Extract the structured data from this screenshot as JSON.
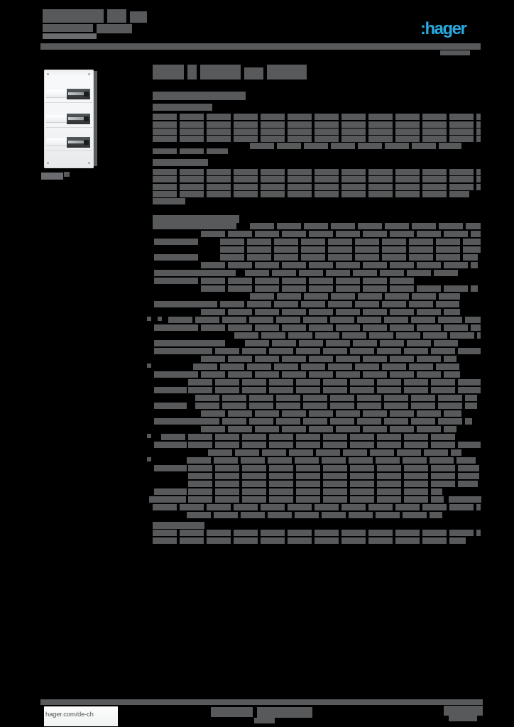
{
  "colors": {
    "background": "#000000",
    "redacted_bar": "#58595b",
    "redacted_bar_light": "#6b6c6f",
    "logo_blue": "#29a9e0",
    "image_box_white": "#f5f6f7"
  },
  "header": {
    "logo": {
      "text": ":hager"
    },
    "bars": [
      [
        60,
        13,
        86,
        19,
        "s"
      ],
      [
        151,
        13,
        27,
        19,
        "s"
      ],
      [
        183,
        16,
        24,
        16,
        "s"
      ],
      [
        60,
        34,
        71,
        11,
        "s"
      ],
      [
        136,
        34,
        50,
        13,
        "s"
      ],
      [
        60,
        47,
        76,
        8,
        "l"
      ],
      [
        57,
        61,
        620,
        9,
        "s"
      ],
      [
        620,
        71,
        42,
        7,
        "s"
      ]
    ]
  },
  "product": {
    "caption_bars": [
      [
        58,
        243,
        31,
        10,
        "l"
      ],
      [
        90,
        242,
        8,
        7,
        "s"
      ]
    ]
  },
  "body": {
    "title_bars": [
      [
        215,
        91,
        44,
        21,
        "s"
      ],
      [
        264,
        91,
        13,
        21,
        "s"
      ],
      [
        282,
        91,
        57,
        21,
        "s"
      ],
      [
        344,
        95,
        27,
        17,
        "s"
      ],
      [
        376,
        91,
        56,
        21,
        "s"
      ],
      [
        215,
        129,
        131,
        12,
        "s"
      ]
    ],
    "text_bars": [
      [
        215,
        146,
        84,
        10,
        "s"
      ],
      [
        215,
        160,
        462,
        9,
        "t"
      ],
      [
        215,
        171,
        462,
        9,
        "t"
      ],
      [
        215,
        181,
        462,
        9,
        "t"
      ],
      [
        215,
        191,
        462,
        9,
        "t"
      ],
      [
        352,
        201,
        298,
        9,
        "t"
      ],
      [
        215,
        209,
        106,
        8,
        "t"
      ],
      [
        215,
        224,
        78,
        10,
        "s"
      ],
      [
        215,
        238,
        462,
        9,
        "t"
      ],
      [
        215,
        248,
        462,
        9,
        "t"
      ],
      [
        215,
        259,
        462,
        9,
        "t"
      ],
      [
        215,
        269,
        446,
        9,
        "t"
      ],
      [
        215,
        279,
        46,
        9,
        "s"
      ],
      [
        215,
        303,
        122,
        11,
        "s"
      ],
      [
        215,
        314,
        118,
        9,
        "s"
      ],
      [
        352,
        314,
        325,
        9,
        "t"
      ],
      [
        283,
        325,
        394,
        9,
        "t"
      ],
      [
        217,
        336,
        62,
        9,
        "s"
      ],
      [
        310,
        336,
        367,
        9,
        "t"
      ],
      [
        310,
        347,
        367,
        9,
        "t"
      ],
      [
        217,
        358,
        62,
        9,
        "s"
      ],
      [
        310,
        358,
        363,
        9,
        "t"
      ],
      [
        283,
        369,
        390,
        9,
        "t"
      ],
      [
        217,
        380,
        115,
        9,
        "s"
      ],
      [
        345,
        380,
        300,
        9,
        "t"
      ],
      [
        217,
        391,
        62,
        9,
        "s"
      ],
      [
        283,
        391,
        300,
        9,
        "t"
      ],
      [
        283,
        402,
        390,
        9,
        "t"
      ],
      [
        352,
        413,
        296,
        9,
        "t"
      ],
      [
        217,
        424,
        62,
        9,
        "s"
      ],
      [
        272,
        424,
        375,
        9,
        "t"
      ],
      [
        283,
        435,
        365,
        9,
        "t"
      ],
      [
        207,
        446,
        6,
        6,
        "b"
      ],
      [
        222,
        446,
        6,
        6,
        "b"
      ],
      [
        237,
        446,
        440,
        9,
        "t"
      ],
      [
        217,
        457,
        62,
        9,
        "s"
      ],
      [
        283,
        457,
        394,
        9,
        "t"
      ],
      [
        330,
        468,
        347,
        9,
        "t"
      ],
      [
        217,
        479,
        100,
        9,
        "s"
      ],
      [
        345,
        479,
        300,
        9,
        "t"
      ],
      [
        217,
        490,
        62,
        9,
        "s"
      ],
      [
        265,
        490,
        412,
        9,
        "t"
      ],
      [
        283,
        501,
        360,
        9,
        "t"
      ],
      [
        207,
        512,
        6,
        6,
        "b"
      ],
      [
        272,
        512,
        375,
        9,
        "t"
      ],
      [
        217,
        523,
        62,
        9,
        "s"
      ],
      [
        283,
        523,
        365,
        9,
        "t"
      ],
      [
        265,
        534,
        412,
        9,
        "t"
      ],
      [
        217,
        545,
        46,
        9,
        "s"
      ],
      [
        265,
        545,
        412,
        9,
        "t"
      ],
      [
        275,
        556,
        397,
        9,
        "t"
      ],
      [
        217,
        567,
        46,
        9,
        "s"
      ],
      [
        275,
        567,
        397,
        9,
        "t"
      ],
      [
        283,
        578,
        367,
        9,
        "t"
      ],
      [
        217,
        589,
        62,
        9,
        "s"
      ],
      [
        275,
        589,
        390,
        9,
        "t"
      ],
      [
        283,
        600,
        360,
        9,
        "t"
      ],
      [
        207,
        611,
        6,
        6,
        "b"
      ],
      [
        227,
        611,
        416,
        9,
        "t"
      ],
      [
        217,
        622,
        46,
        9,
        "s"
      ],
      [
        265,
        622,
        412,
        9,
        "t"
      ],
      [
        293,
        633,
        357,
        9,
        "t"
      ],
      [
        207,
        644,
        6,
        6,
        "b"
      ],
      [
        263,
        644,
        407,
        9,
        "t"
      ],
      [
        217,
        655,
        46,
        9,
        "s"
      ],
      [
        265,
        655,
        410,
        9,
        "t"
      ],
      [
        265,
        666,
        410,
        9,
        "t"
      ],
      [
        265,
        677,
        408,
        9,
        "t"
      ],
      [
        217,
        688,
        46,
        9,
        "s"
      ],
      [
        265,
        688,
        358,
        9,
        "t"
      ],
      [
        210,
        699,
        52,
        9,
        "s"
      ],
      [
        265,
        699,
        360,
        9,
        "t"
      ],
      [
        632,
        699,
        46,
        9,
        "s"
      ],
      [
        215,
        710,
        462,
        9,
        "t"
      ],
      [
        263,
        721,
        360,
        9,
        "t"
      ],
      [
        215,
        735,
        73,
        10,
        "s"
      ],
      [
        215,
        746,
        462,
        9,
        "t"
      ],
      [
        215,
        757,
        441,
        9,
        "t"
      ]
    ]
  },
  "footer": {
    "link_text": "hager.com/de-ch",
    "bars": [
      [
        57,
        985,
        623,
        8,
        "s"
      ],
      [
        297,
        996,
        59,
        14,
        "s"
      ],
      [
        362,
        996,
        78,
        15,
        "s"
      ],
      [
        358,
        1011,
        29,
        8,
        "s"
      ],
      [
        625,
        994,
        55,
        14,
        "s"
      ],
      [
        632,
        1008,
        40,
        8,
        "s"
      ]
    ]
  }
}
